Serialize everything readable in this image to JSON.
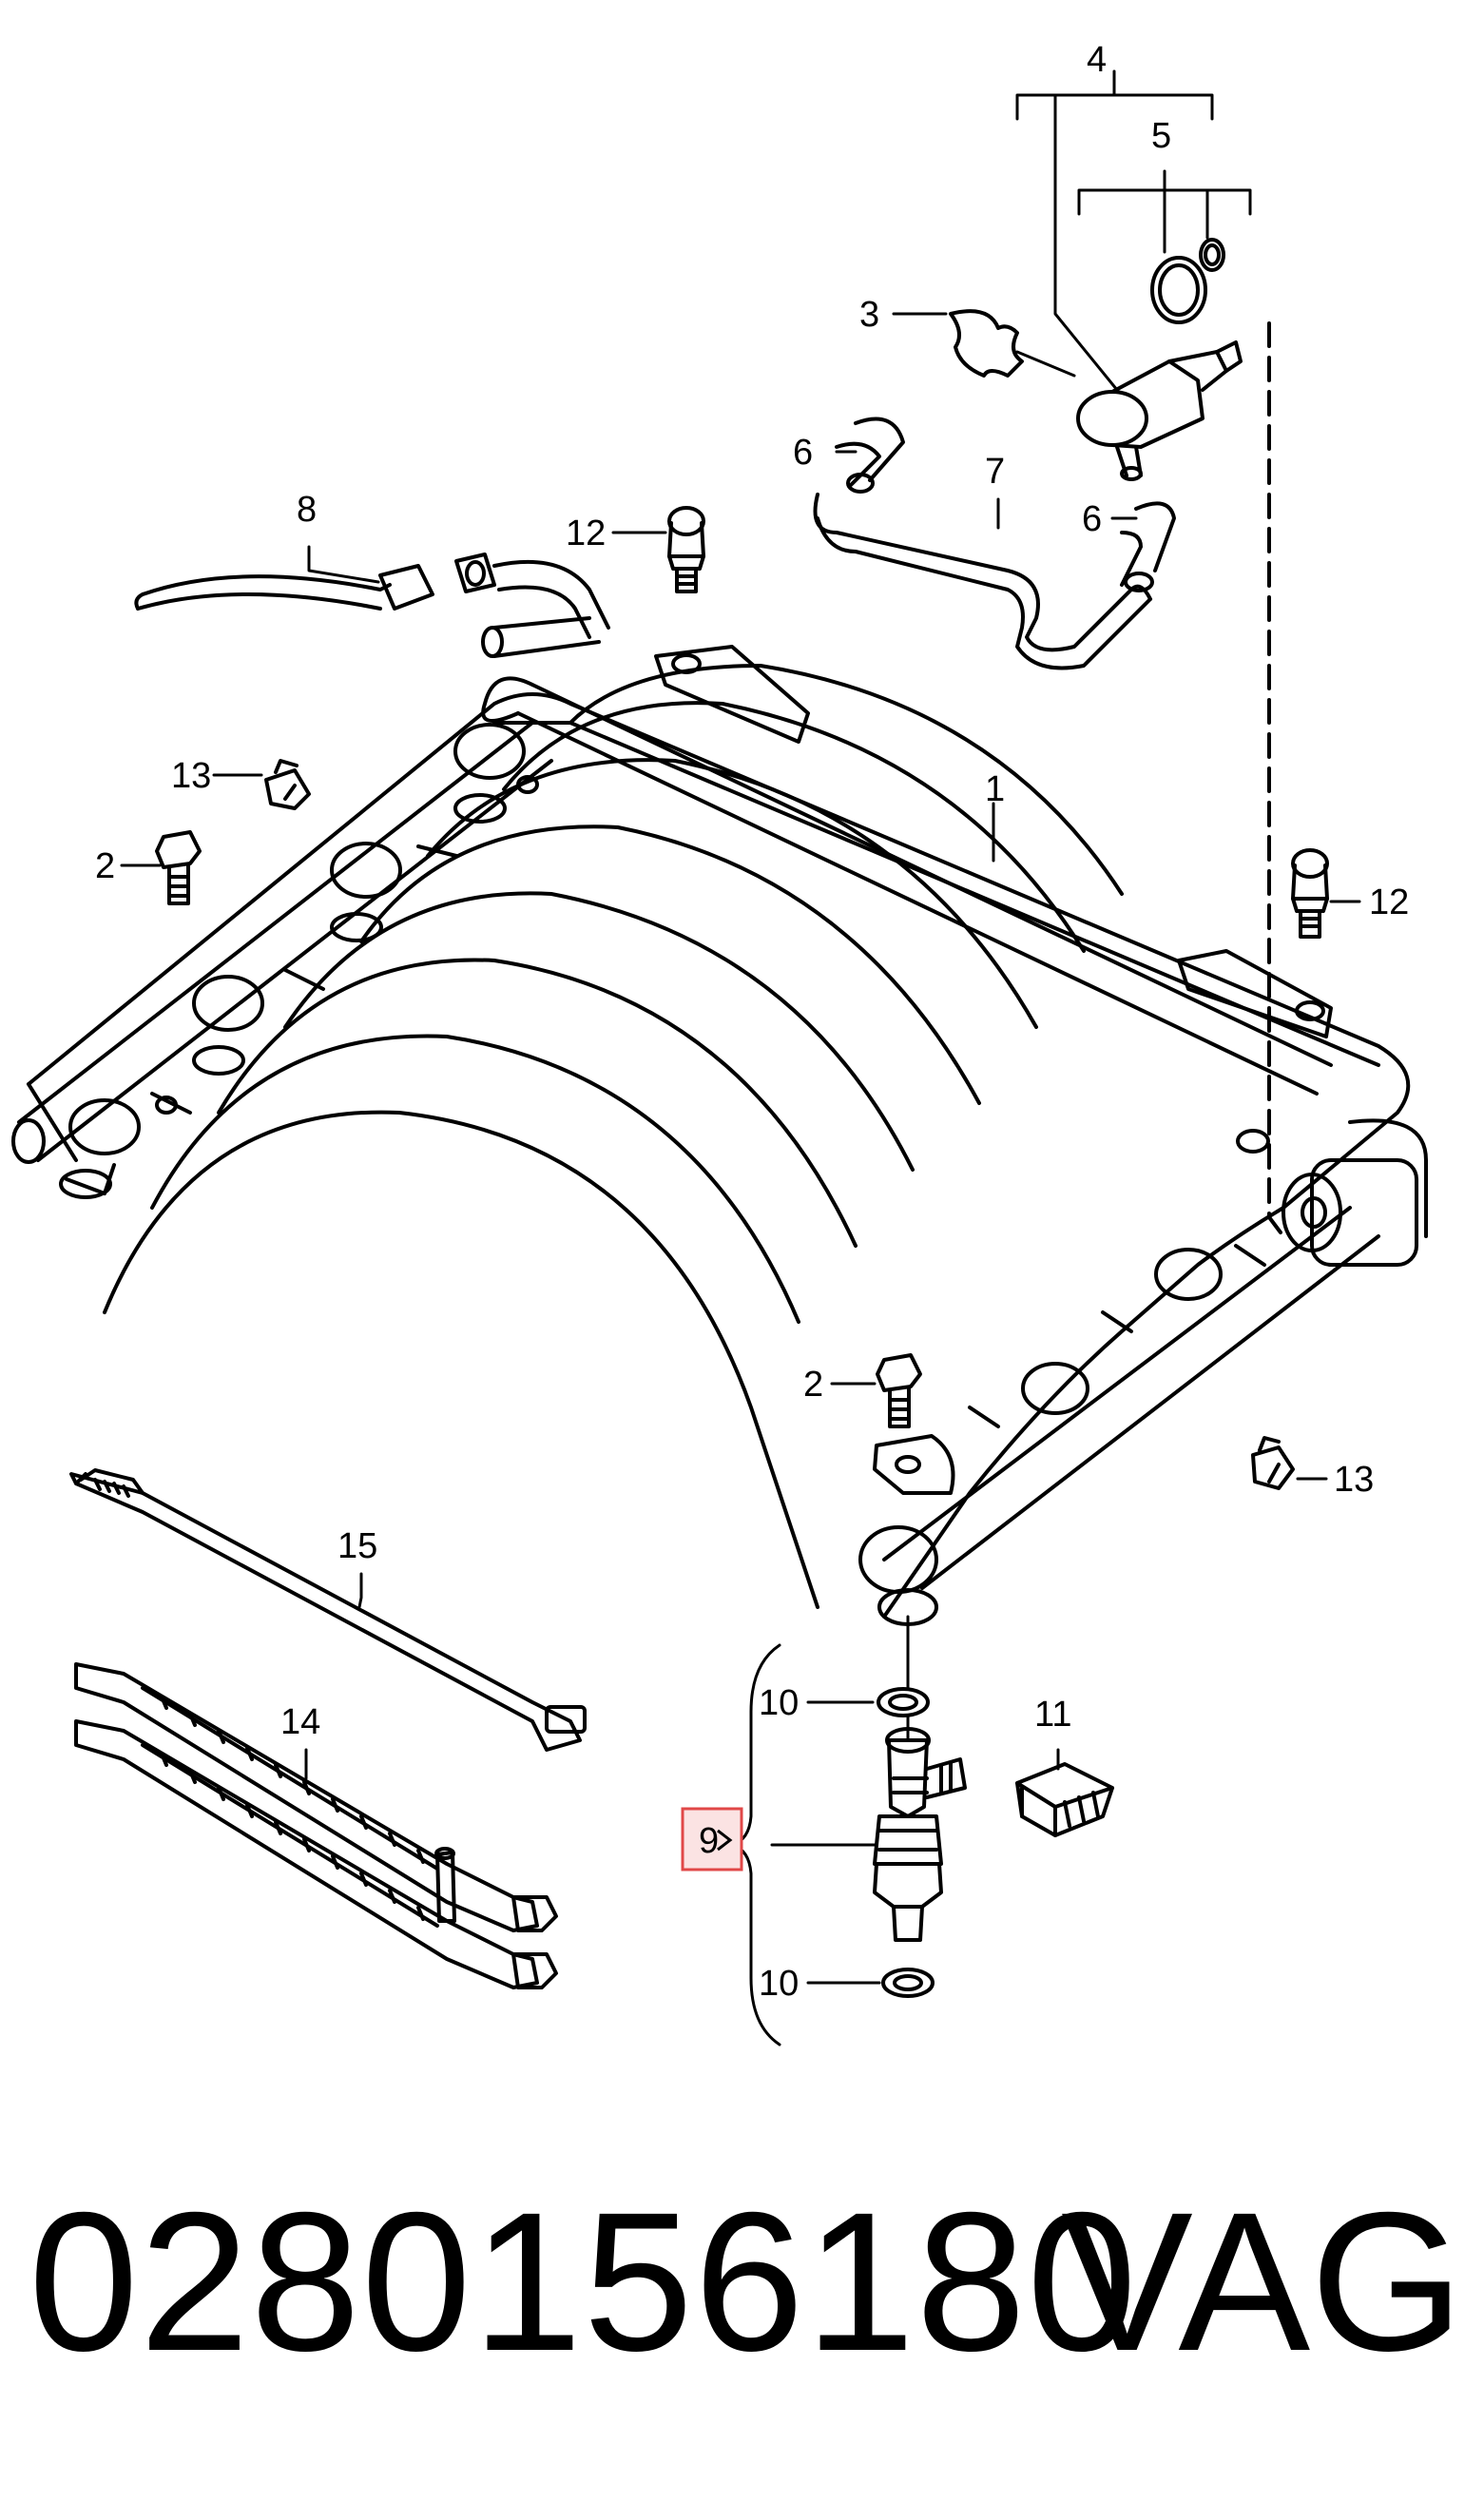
{
  "callouts": {
    "c1": "1",
    "c2a": "2",
    "c2b": "2",
    "c3": "3",
    "c4": "4",
    "c5": "5",
    "c6a": "6",
    "c6b": "6",
    "c7": "7",
    "c8": "8",
    "c9": "9",
    "c10a": "10",
    "c10b": "10",
    "c11": "11",
    "c12a": "12",
    "c12b": "12",
    "c13a": "13",
    "c13b": "13",
    "c14": "14",
    "c15": "15"
  },
  "highlight": {
    "callout": "9",
    "color": "#e04848",
    "fill": "#fbe3e3"
  },
  "footer": {
    "part_number": "0280156180",
    "brand": "VAG"
  }
}
